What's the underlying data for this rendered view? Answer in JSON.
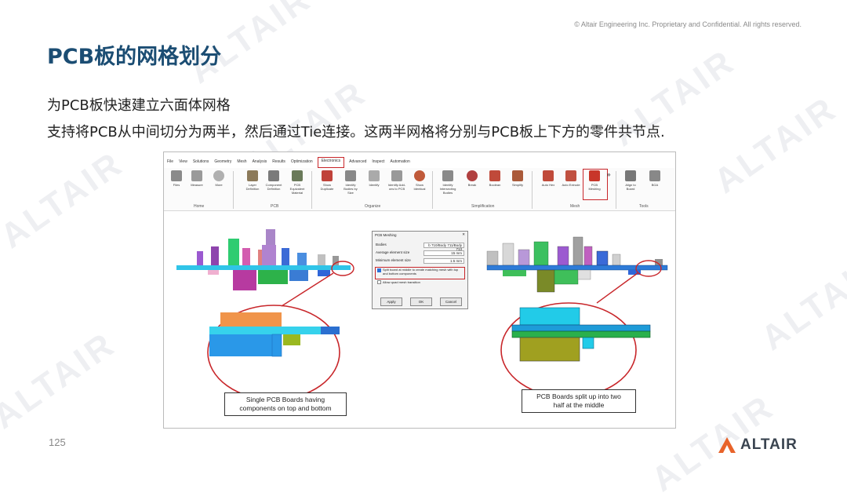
{
  "copyright": "© Altair Engineering Inc. Proprietary and Confidential. All rights reserved.",
  "title": "PCB板的网格划分",
  "body_lines": [
    "为PCB板快速建立六面体网格",
    "支持将PCB从中间切分为两半，然后通过Tie连接。这两半网格将分别与PCB板上下方的零件共节点."
  ],
  "page_number": "125",
  "logo_text": "ALTAIR",
  "watermark": "ALTAIR",
  "screenshot": {
    "menu": [
      "File",
      "View",
      "Solutions",
      "Geometry",
      "Mesh",
      "Analysis",
      "Results",
      "Optimization",
      "Electronics",
      "Advanced",
      "Inspect",
      "Automation"
    ],
    "active_menu": "Electronics",
    "tools": [
      {
        "label": "Files",
        "color": "#8a8a8a"
      },
      {
        "label": "Measure",
        "color": "#9a9a9a"
      },
      {
        "label": "More",
        "color": "#b0b0b0"
      },
      {
        "label": "Layer Definition",
        "color": "#8c7a5a"
      },
      {
        "label": "Component Definition",
        "color": "#7a7a7a"
      },
      {
        "label": "PCB Equivalent Material",
        "color": "#6a7a5a"
      },
      {
        "label": "Show Duplicate",
        "color": "#c0423a"
      },
      {
        "label": "Identify Bodies by Size",
        "color": "#888"
      },
      {
        "label": "Identify",
        "color": "#aaa"
      },
      {
        "label": "Identify Add-ons to PCB",
        "color": "#999"
      },
      {
        "label": "Show Identical",
        "color": "#c05a3a"
      },
      {
        "label": "Identify Intersecting Bodies",
        "color": "#8a8a8a"
      },
      {
        "label": "Break",
        "color": "#b04040"
      },
      {
        "label": "Boolean",
        "color": "#c04a3a"
      },
      {
        "label": "Simplify",
        "color": "#aa5a3a"
      },
      {
        "label": "Auto Hex",
        "color": "#c04a3a"
      },
      {
        "label": "Auto Extrude",
        "color": "#c05040"
      },
      {
        "label": "PCB Meshing",
        "color": "#c8362a"
      },
      {
        "label": "Align to Board",
        "color": "#777"
      },
      {
        "label": "BGA",
        "color": "#888"
      }
    ],
    "groups": [
      "Home",
      "PCB",
      "Organize",
      "Simplification",
      "Mesh",
      "Tools"
    ],
    "dialog": {
      "title": "PCB Meshing",
      "bodies_label": "Bodies",
      "bodies_value": "b 710/Body 711/Body 713",
      "avg_label": "Average element size",
      "avg_value": "15 mm",
      "min_label": "Minimum element size",
      "min_value": "1.5 mm",
      "split_option": "Split board at middle to create matching mesh with top and bottom components",
      "quad_option": "Allow quad mesh transition",
      "apply": "Apply",
      "ok": "OK",
      "cancel": "Cancel"
    },
    "callout_left": [
      "Single PCB Boards having",
      "components on top and bottom"
    ],
    "callout_right": [
      "PCB Boards split up into two",
      "half at the middle"
    ]
  }
}
